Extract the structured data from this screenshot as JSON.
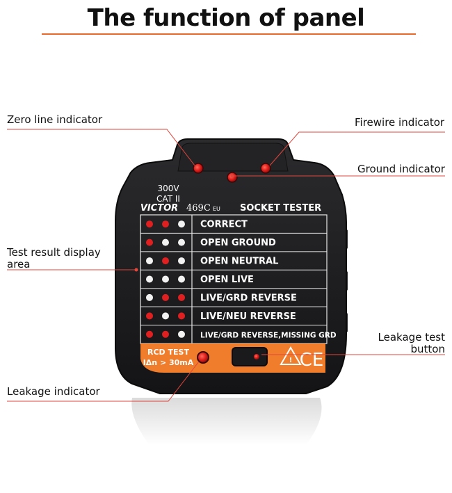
{
  "title": "The function of panel",
  "callouts": {
    "zero_line": "Zero line indicator",
    "firewire": "Firewire indicator",
    "ground": "Ground indicator",
    "test_result_line1": "Test result display",
    "test_result_line2": "area",
    "leakage_test_line1": "Leakage test",
    "leakage_test_line2": "button",
    "leakage_indicator": "Leakage indicator"
  },
  "device": {
    "rating_voltage": "300V",
    "rating_cat": "CAT II",
    "brand": "VICTOR",
    "model": "469C",
    "region": "EU",
    "name": "SOCKET TESTER",
    "rcd_line1": "RCD TEST",
    "rcd_line2": "IΔn > 30mA",
    "ce_mark": "CE",
    "colors": {
      "body": "#1e1e20",
      "accent": "#f07d2c",
      "led_red": "#e02020",
      "led_white": "#f2f2f2"
    }
  },
  "results": [
    {
      "label": "CORRECT",
      "leds": [
        "red",
        "red",
        "white"
      ]
    },
    {
      "label": "OPEN GROUND",
      "leds": [
        "red",
        "white",
        "white"
      ]
    },
    {
      "label": "OPEN NEUTRAL",
      "leds": [
        "white",
        "red",
        "white"
      ]
    },
    {
      "label": "OPEN LIVE",
      "leds": [
        "white",
        "white",
        "white"
      ]
    },
    {
      "label": "LIVE/GRD REVERSE",
      "leds": [
        "white",
        "red",
        "red"
      ]
    },
    {
      "label": "LIVE/NEU REVERSE",
      "leds": [
        "red",
        "white",
        "red"
      ]
    },
    {
      "label": "LIVE/GRD REVERSE,MISSING GRD",
      "leds": [
        "red",
        "red",
        "white"
      ]
    }
  ]
}
